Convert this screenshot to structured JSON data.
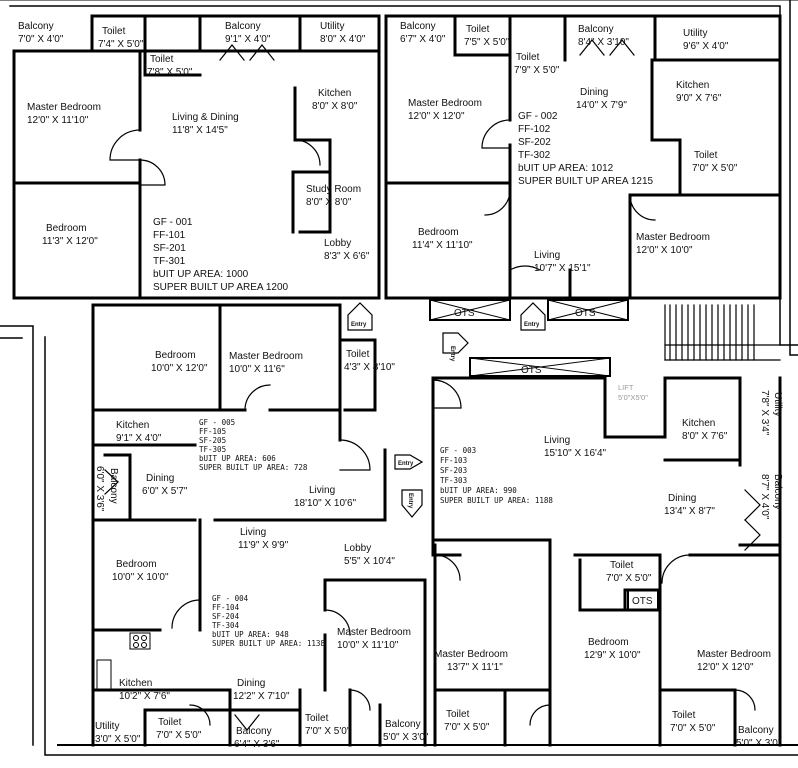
{
  "rooms": {
    "r1": {
      "name": "Balcony",
      "dim": "7'0\" X 4'0\""
    },
    "r2": {
      "name": "Toilet",
      "dim": "7'4\" X 5'0\""
    },
    "r3": {
      "name": "Toilet",
      "dim": "7'8\" X 5'0\""
    },
    "r4": {
      "name": "Balcony",
      "dim": "9'1\" X 4'0\""
    },
    "r5": {
      "name": "Utility",
      "dim": "8'0\" X 4'0\""
    },
    "r6": {
      "name": "Master Bedroom",
      "dim": "12'0\" X 11'10\""
    },
    "r7": {
      "name": "Living & Dining",
      "dim": "11'8\" X 14'5\""
    },
    "r8": {
      "name": "Kitchen",
      "dim": "8'0\" X 8'0\""
    },
    "r9": {
      "name": "Study Room",
      "dim": "8'0\" X 8'0\""
    },
    "r10": {
      "name": "Bedroom",
      "dim": "11'3\" X 12'0\""
    },
    "r11": {
      "name": "Lobby",
      "dim": "8'3\" X 6'6\""
    },
    "r12": {
      "name": "Balcony",
      "dim": "6'7\" X 4'0\""
    },
    "r13": {
      "name": "Toilet",
      "dim": "7'5\" X 5'0\""
    },
    "r14": {
      "name": "Toilet",
      "dim": "7'9\" X 5'0\""
    },
    "r15": {
      "name": "Balcony",
      "dim": "8'4\" X 3'10\""
    },
    "r16": {
      "name": "Utility",
      "dim": "9'6\" X 4'0\""
    },
    "r17": {
      "name": "Master Bedroom",
      "dim": "12'0\" X 12'0\""
    },
    "r18": {
      "name": "Dining",
      "dim": "14'0\" X 7'9\""
    },
    "r19": {
      "name": "Kitchen",
      "dim": "9'0\" X 7'6\""
    },
    "r20": {
      "name": "Toilet",
      "dim": "7'0\" X 5'0\""
    },
    "r21": {
      "name": "Bedroom",
      "dim": "11'4\" X 11'10\""
    },
    "r22": {
      "name": "Master Bedroom",
      "dim": "12'0\" X 10'0\""
    },
    "r23": {
      "name": "Living",
      "dim": "10'7\" X 15'1\""
    },
    "r24": {
      "name": "Bedroom",
      "dim": "10'0\" X 12'0\""
    },
    "r25": {
      "name": "Master Bedroom",
      "dim": "10'0\" X 11'6\""
    },
    "r26": {
      "name": "Toilet",
      "dim": "4'3\" X 8'10\""
    },
    "r27": {
      "name": "Kitchen",
      "dim": "9'1\" X 4'0\""
    },
    "r28": {
      "name": "Balcony",
      "dim": "6'0\" X 3'6\""
    },
    "r29": {
      "name": "Dining",
      "dim": "6'0\" X 5'7\""
    },
    "r30": {
      "name": "Living",
      "dim": "18'10\" X 10'6\""
    },
    "r31": {
      "name": "Living",
      "dim": "15'10\" X 16'4\""
    },
    "r32": {
      "name": "Kitchen",
      "dim": "8'0\" X 7'6\""
    },
    "r33": {
      "name": "Utility",
      "dim": "7'8\" X 3'4\""
    },
    "r34": {
      "name": "Balcony",
      "dim": "8'7\" X 4'0\""
    },
    "r35": {
      "name": "Dining",
      "dim": "13'4\" X 8'7\""
    },
    "r36": {
      "name": "Living",
      "dim": "11'9\" X 9'9\""
    },
    "r37": {
      "name": "Lobby",
      "dim": "5'5\" X 10'4\""
    },
    "r38": {
      "name": "Bedroom",
      "dim": "10'0\" X 10'0\""
    },
    "r39": {
      "name": "Toilet",
      "dim": "7'0\" X 5'0\""
    },
    "r40": {
      "name": "Master Bedroom",
      "dim": "10'0\" X 11'10\""
    },
    "r41": {
      "name": "Master Bedroom",
      "dim": "13'7\" X 11'1\""
    },
    "r42": {
      "name": "Bedroom",
      "dim": "12'9\" X 10'0\""
    },
    "r43": {
      "name": "Master Bedroom",
      "dim": "12'0\" X 12'0\""
    },
    "r44": {
      "name": "Kitchen",
      "dim": "10'2\" X 7'6\""
    },
    "r45": {
      "name": "Dining",
      "dim": "12'2\" X 7'10\""
    },
    "r46": {
      "name": "Utility",
      "dim": "3'0\" X 5'0\""
    },
    "r47": {
      "name": "Toilet",
      "dim": "7'0\" X 5'0\""
    },
    "r48": {
      "name": "Balcony",
      "dim": "6'4\" X 3'6\""
    },
    "r49": {
      "name": "Toilet",
      "dim": "7'0\" X 5'0\""
    },
    "r50": {
      "name": "Balcony",
      "dim": "5'0\" X 3'0\""
    },
    "r51": {
      "name": "Toilet",
      "dim": "7'0\" X 5'0\""
    },
    "r52": {
      "name": "Toilet",
      "dim": "7'0\" X 5'0\""
    },
    "r53": {
      "name": "Balcony",
      "dim": "5'0\" X 3'0\""
    }
  },
  "units": {
    "u001": {
      "lines": [
        "GF - 001",
        "FF-101",
        "SF-201",
        "TF-301",
        "bUIT UP AREA: 1000",
        "SUPER BUILT UP AREA 1200"
      ]
    },
    "u002": {
      "lines": [
        "GF - 002",
        "FF-102",
        "SF-202",
        "TF-302",
        "bUIT UP AREA: 1012",
        "SUPER BUILT UP AREA 1215"
      ]
    },
    "u003": {
      "lines": [
        "GF - 003",
        "FF-103",
        "SF-203",
        "TF-303",
        "bUIT UP AREA: 990",
        "SUPER BUILT UP AREA: 1188"
      ]
    },
    "u004": {
      "lines": [
        "GF - 004",
        "FF-104",
        "SF-204",
        "TF-304",
        "bUIT UP AREA: 948",
        "SUPER BUILT UP AREA: 1138"
      ]
    },
    "u005": {
      "lines": [
        "GF - 005",
        "FF-105",
        "SF-205",
        "TF-305",
        "bUIT UP AREA: 606",
        "SUPER BUILT UP AREA: 728"
      ]
    }
  },
  "labels": {
    "ots": "OTS",
    "entry": "Entry",
    "lift_name": "LIFT",
    "lift_dim": "5'0\"X5'0\""
  }
}
